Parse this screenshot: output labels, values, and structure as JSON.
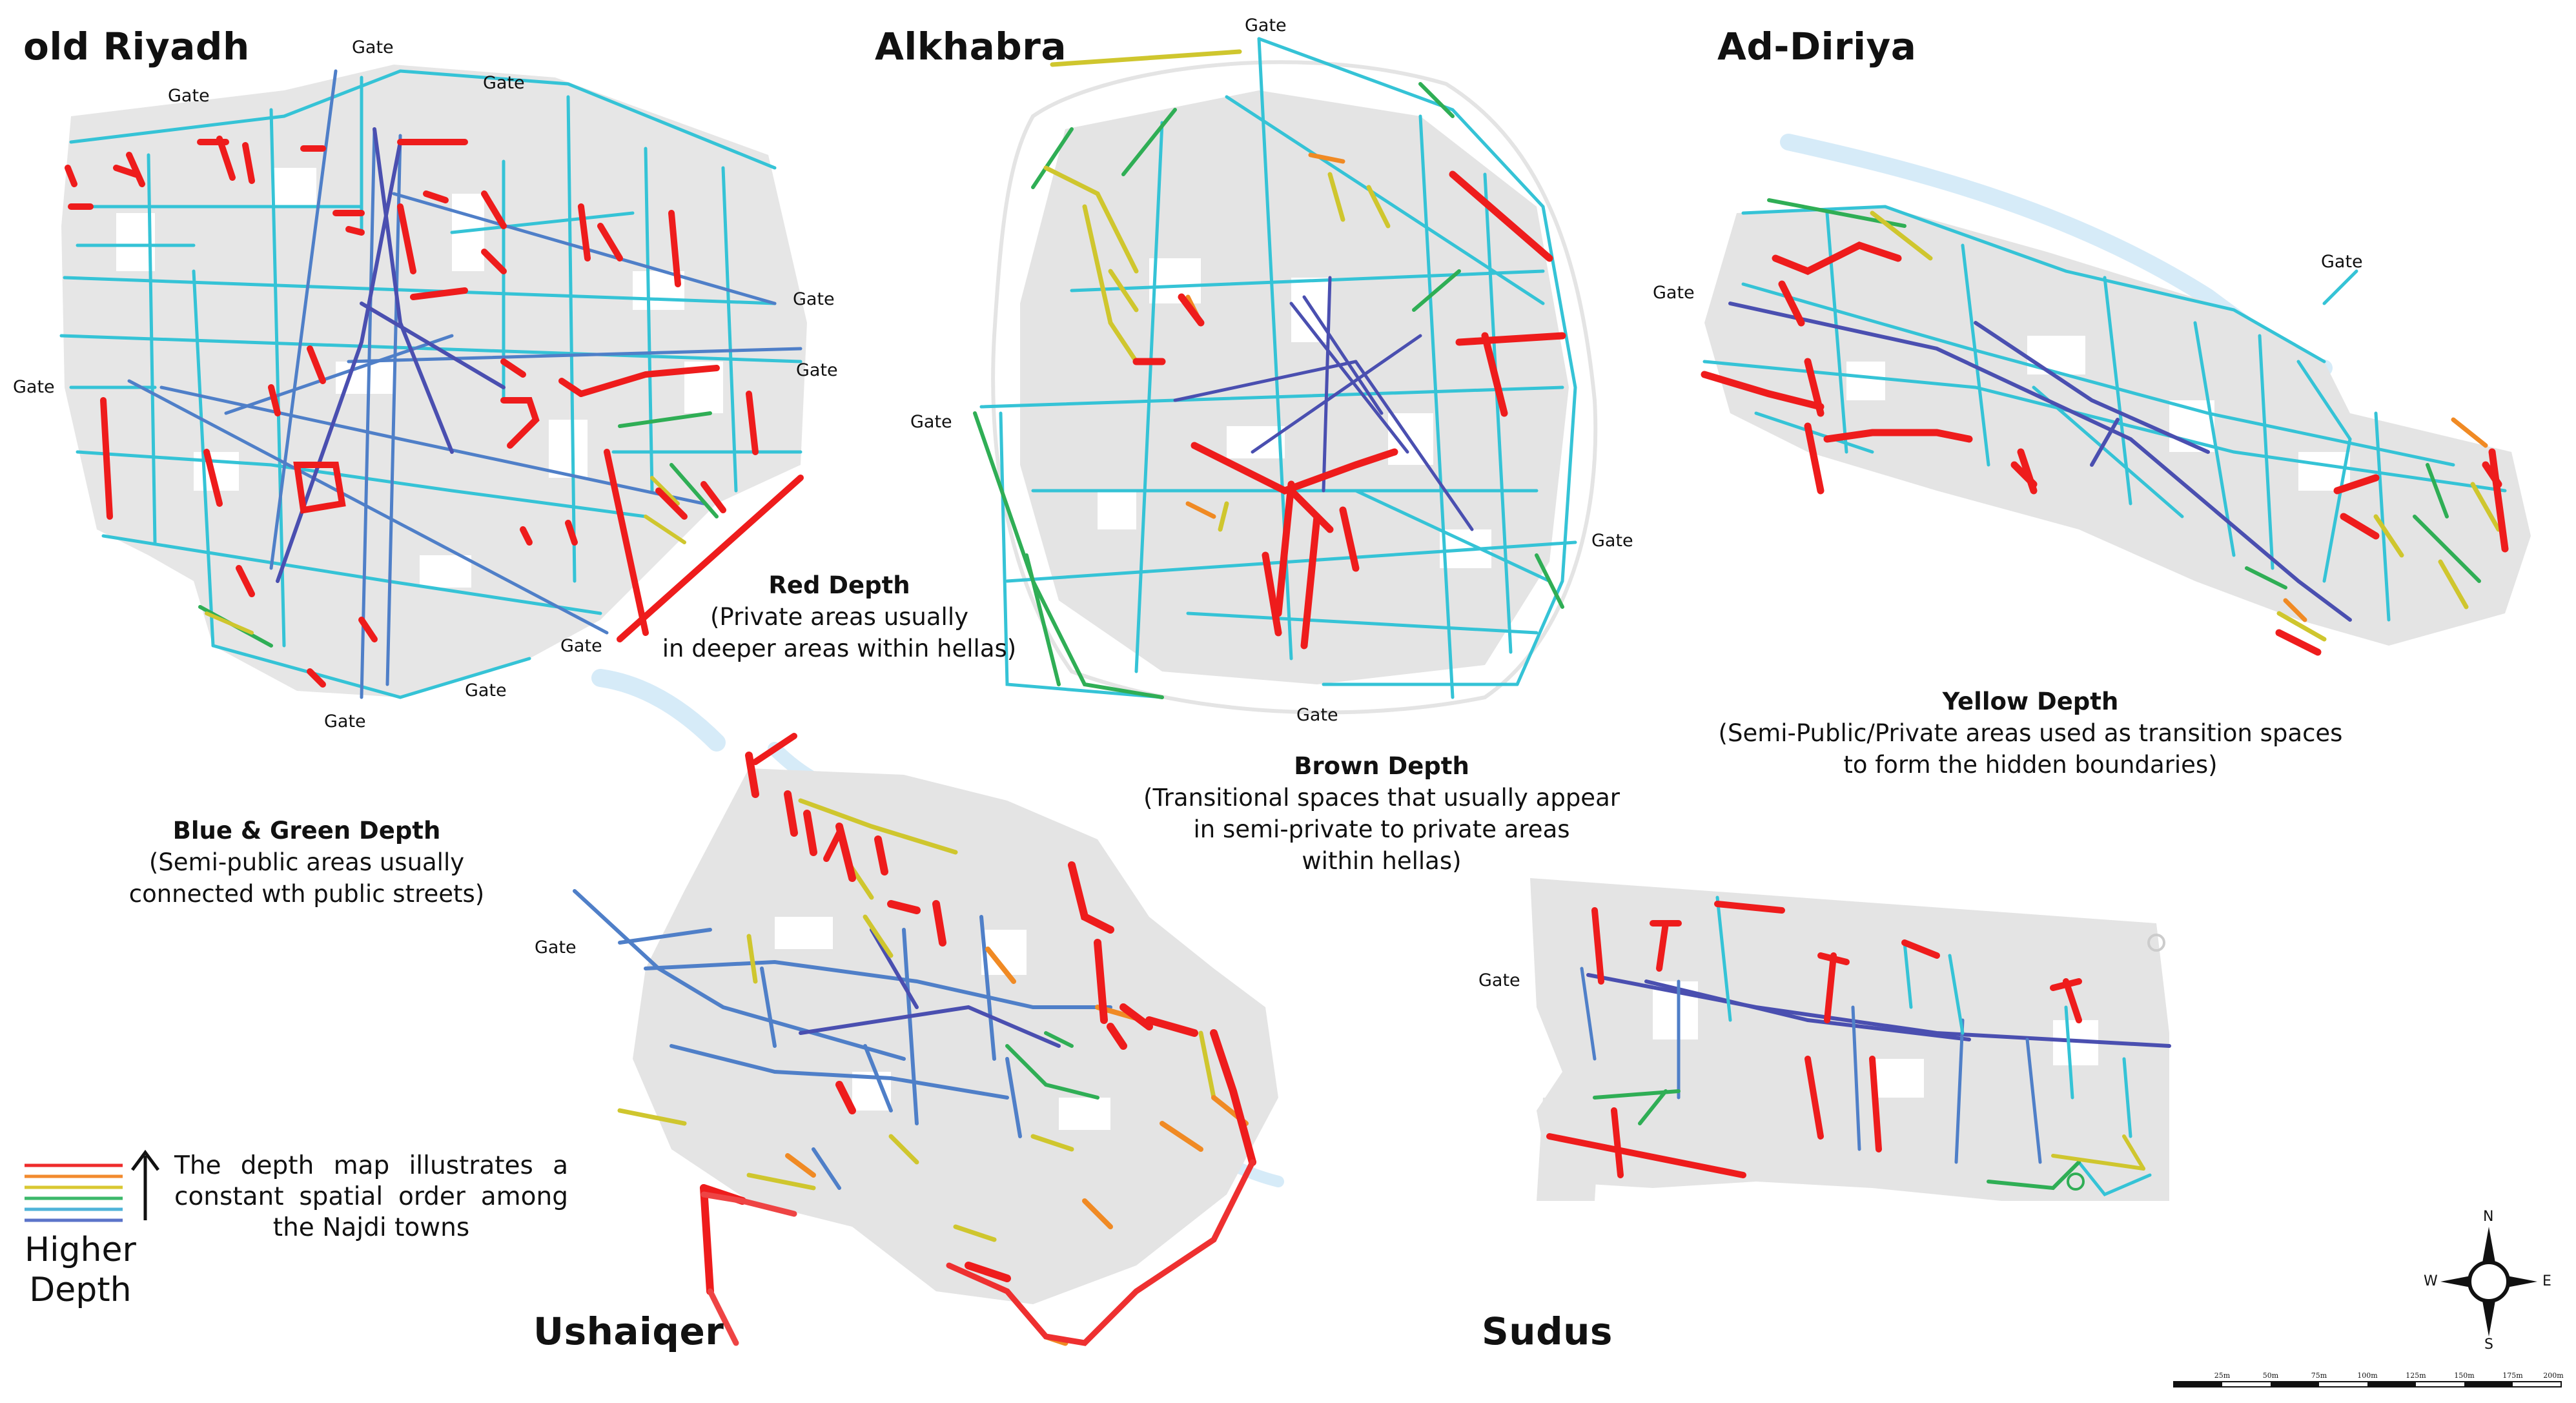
{
  "towns": {
    "riyadh": "old Riyadh",
    "alkhabra": "Alkhabra",
    "diriya": "Ad-Diriya",
    "ushaiqer": "Ushaiqer",
    "sudus": "Sudus"
  },
  "gate_label": "Gate",
  "legends": {
    "red": {
      "title": "Red Depth",
      "lines": [
        "(Private areas usually",
        "in deeper areas within hellas)"
      ]
    },
    "blue_green": {
      "title": "Blue & Green Depth",
      "lines": [
        "(Semi-public areas usually",
        "connected wth public streets)"
      ]
    },
    "brown": {
      "title": "Brown Depth",
      "lines": [
        "(Transitional spaces that usually appear",
        "in semi-private to private areas",
        "within hellas)"
      ]
    },
    "yellow": {
      "title": "Yellow Depth",
      "lines": [
        "(Semi-Public/Private areas used as transition spaces",
        "to form the hidden boundaries)"
      ]
    }
  },
  "key": {
    "text": "The depth map illustrates a constant spatial order among the Najdi towns",
    "higher_line1": "Higher",
    "higher_line2": "Depth",
    "colors": [
      "#ee2b2b",
      "#f28a2e",
      "#d9c832",
      "#3cb86a",
      "#4fb3d9",
      "#5b74c9"
    ]
  },
  "compass": {
    "n": "N",
    "s": "S",
    "e": "E",
    "w": "W"
  },
  "scale": {
    "ticks": [
      "25m",
      "50m",
      "75m",
      "100m",
      "125m",
      "150m",
      "175m",
      "200m"
    ]
  },
  "palette": {
    "red": "#ee1c1c",
    "orange": "#f08a24",
    "yellow": "#cfc62e",
    "green": "#2fae55",
    "cyan": "#35c3d6",
    "blue": "#4f7fc8",
    "indigo": "#4a4fb0",
    "block": "#e4e4e4",
    "wadi": "#d8ecf7"
  }
}
